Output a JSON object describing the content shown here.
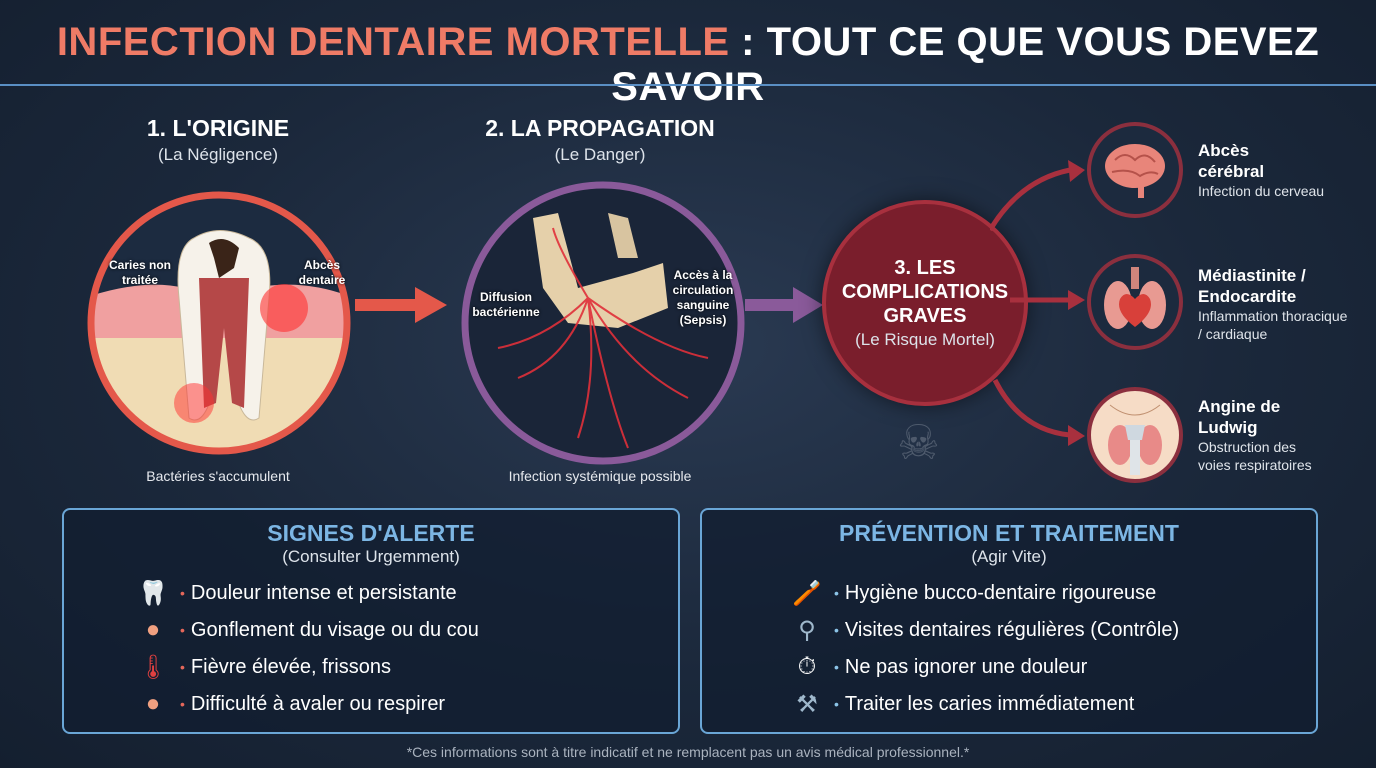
{
  "title": {
    "part1": "INFECTION DENTAIRE MORTELLE",
    "part2": " : TOUT CE QUE VOUS DEVEZ SAVOIR"
  },
  "stages": [
    {
      "heading": "1. L'ORIGINE",
      "subtitle": "(La Négligence)",
      "caption": "Bactéries s'accumulent",
      "labels": [
        "Caries non traitée",
        "Abcès dentaire"
      ]
    },
    {
      "heading": "2. LA PROPAGATION",
      "subtitle": "(Le Danger)",
      "caption": "Infection systémique possible",
      "labels": [
        "Diffusion bactérienne",
        "Accès à la circulation sanguine (Sepsis)"
      ]
    },
    {
      "heading": "3. LES COMPLICATIONS GRAVES",
      "subtitle": "(Le Risque Mortel)"
    }
  ],
  "complications": [
    {
      "title": "Abcès cérébral",
      "desc": "Infection du cerveau",
      "icon": "brain-icon"
    },
    {
      "title": "Médiastinite / Endocardite",
      "desc": "Inflammation thoracique / cardiaque",
      "icon": "heart-lungs-icon"
    },
    {
      "title": "Angine de Ludwig",
      "desc": "Obstruction des voies respiratoires",
      "icon": "neck-icon"
    }
  ],
  "warning": {
    "title": "SIGNES D'ALERTE",
    "subtitle": "(Consulter Urgemment)",
    "items": [
      {
        "text": "Douleur intense et persistante",
        "icon": "tooth-pain-icon"
      },
      {
        "text": "Gonflement du visage ou du cou",
        "icon": "swollen-face-icon"
      },
      {
        "text": "Fièvre élevée, frissons",
        "icon": "thermometer-icon"
      },
      {
        "text": "Difficulté à avaler ou respirer",
        "icon": "breathing-icon"
      }
    ]
  },
  "prevention": {
    "title": "PRÉVENTION ET TRAITEMENT",
    "subtitle": "(Agir Vite)",
    "items": [
      {
        "text": "Hygiène bucco-dentaire rigoureuse",
        "icon": "toothbrush-icon"
      },
      {
        "text": "Visites dentaires régulières (Contrôle)",
        "icon": "dental-mirror-icon"
      },
      {
        "text": "Ne pas ignorer une douleur",
        "icon": "stopwatch-icon"
      },
      {
        "text": "Traiter les caries immédiatement",
        "icon": "dental-drill-icon"
      }
    ]
  },
  "footer": "*Ces informations sont à titre indicatif et ne remplacent pas un avis médical professionnel.*",
  "colors": {
    "accent_red": "#ef7b66",
    "purple": "#8a5a9a",
    "dark_red": "#8b2432",
    "blue": "#6aa6d6"
  }
}
